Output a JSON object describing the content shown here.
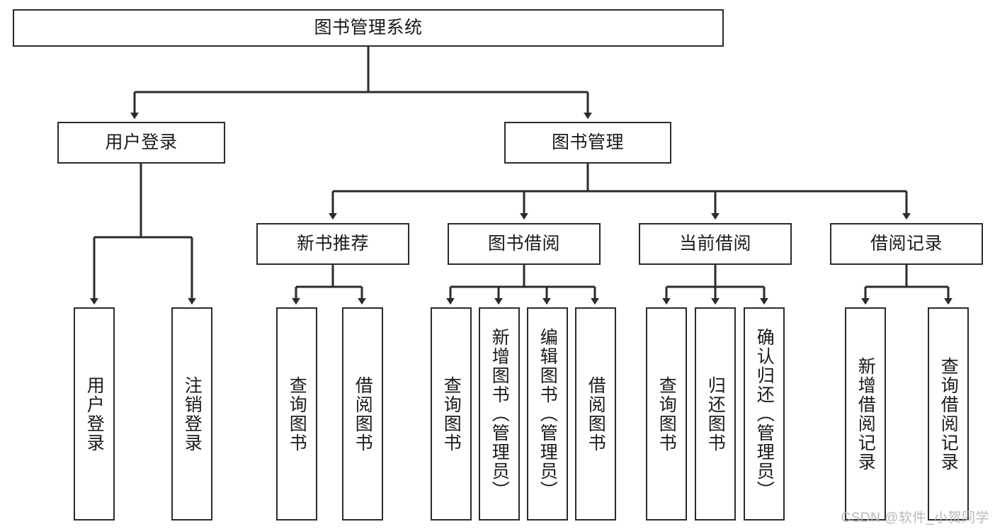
{
  "diagram": {
    "type": "tree-hierarchy",
    "title": "图书管理系统",
    "watermark": "CSDN @软件_小贺同学",
    "colors": {
      "background": "#ffffff",
      "node_border": "#2b2b2b",
      "node_fill": "#ffffff",
      "edge": "#2b2b2b",
      "text": "#1a1a1a",
      "watermark": "#b9b9b9"
    },
    "levels": {
      "root": {
        "label": "图书管理系统"
      },
      "level2": [
        {
          "label": "用户登录"
        },
        {
          "label": "图书管理"
        }
      ],
      "level3": [
        {
          "label": "新书推荐"
        },
        {
          "label": "图书借阅"
        },
        {
          "label": "当前借阅"
        },
        {
          "label": "借阅记录"
        }
      ],
      "leaves": {
        "user_login": [
          {
            "label": "用户登录"
          },
          {
            "label": "注销登录"
          }
        ],
        "new_book_recommend": [
          {
            "label": "查询图书"
          },
          {
            "label": "借阅图书"
          }
        ],
        "book_borrow": [
          {
            "label": "查询图书"
          },
          {
            "label": "新增图书（管理员）"
          },
          {
            "label": "编辑图书（管理员）"
          },
          {
            "label": "借阅图书"
          }
        ],
        "current_borrow": [
          {
            "label": "查询图书"
          },
          {
            "label": "归还图书"
          },
          {
            "label": "确认归还（管理员）"
          }
        ],
        "borrow_record": [
          {
            "label": "新增借阅记录"
          },
          {
            "label": "查询借阅记录"
          }
        ]
      }
    }
  }
}
